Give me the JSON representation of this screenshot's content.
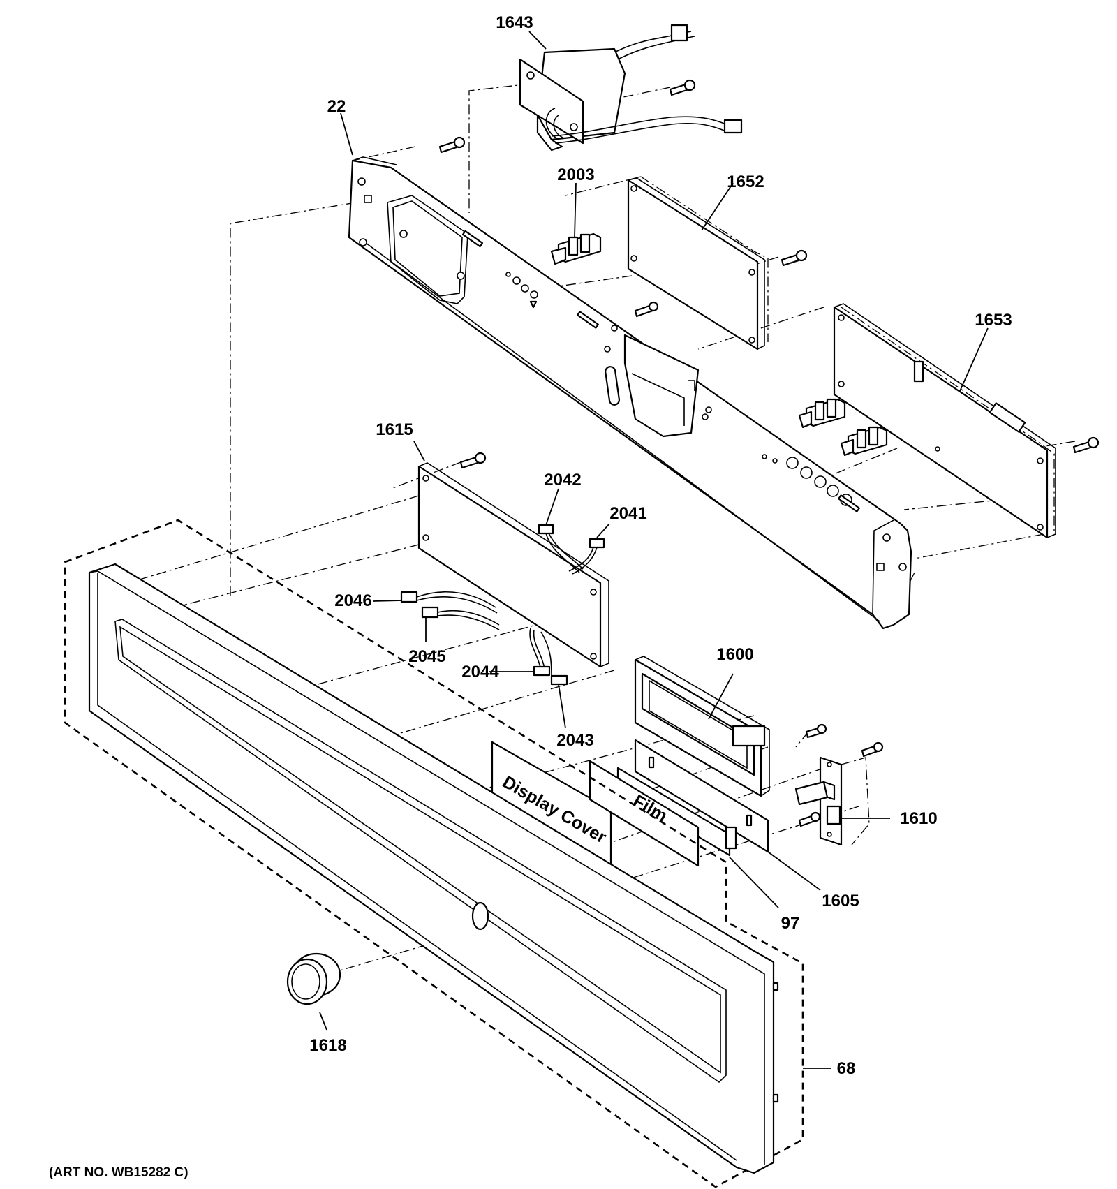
{
  "labels": {
    "p1643": "1643",
    "p22": "22",
    "p2003": "2003",
    "p1652": "1652",
    "p1653": "1653",
    "p1615": "1615",
    "p2042": "2042",
    "p2041": "2041",
    "p2046": "2046",
    "p2045": "2045",
    "p2044": "2044",
    "p2043": "2043",
    "p1600": "1600",
    "p1610": "1610",
    "p1605": "1605",
    "p97": "97",
    "p1618": "1618",
    "p68": "68"
  },
  "callouts": {
    "display_cover": "Display Cover",
    "film": "Film"
  },
  "art_number": "(ART NO. WB15282 C)"
}
